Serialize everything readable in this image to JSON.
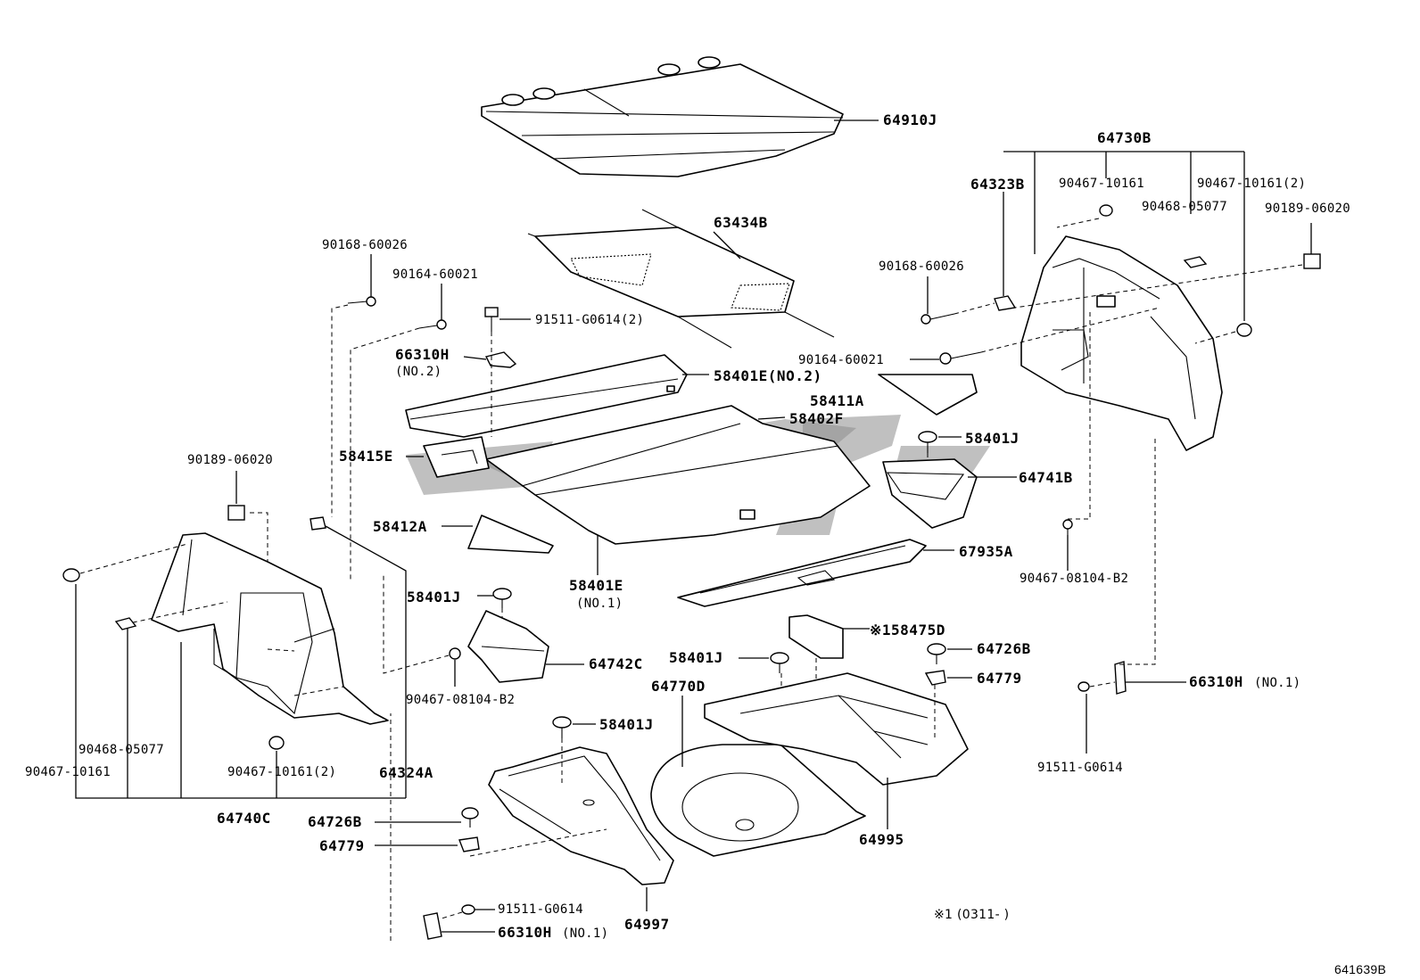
{
  "diagram_id": "641639B",
  "footnote": "※1 (0311- )",
  "labels": {
    "p64910J": "64910J",
    "p64730B": "64730B",
    "p64323B": "64323B",
    "p90467_10161_a": "90467-10161",
    "p90467_10161_2a": "90467-10161(2)",
    "p90468_05077_a": "90468-05077",
    "p90189_06020_a": "90189-06020",
    "p63434B": "63434B",
    "p90168_60026_a": "90168-60026",
    "p90168_60026_b": "90168-60026",
    "p90164_60021_a": "90164-60021",
    "p90164_60021_b": "90164-60021",
    "p91511_G0614_2": "91511-G0614(2)",
    "p66310H_no2": "66310H",
    "p66310H_no2_sub": "(NO.2)",
    "p58401E_no2": "58401E(NO.2)",
    "p58411A": "58411A",
    "p58402F": "58402F",
    "p58415E": "58415E",
    "p58401J_a": "58401J",
    "p64741B": "64741B",
    "p90189_06020_b": "90189-06020",
    "p58412A": "58412A",
    "p67935A": "67935A",
    "p90467_08104_B2_a": "90467-08104-B2",
    "p58401E_no1": "58401E",
    "p58401E_no1_sub": "(NO.1)",
    "p58401J_b": "58401J",
    "p64742C": "64742C",
    "p158475D": "※158475D",
    "p64726B_a": "64726B",
    "p58401J_c": "58401J",
    "p64770D": "64770D",
    "p64779_a": "64779",
    "p66310H_no1_a": "66310H",
    "p66310H_no1_a_sub": "(NO.1)",
    "p90467_08104_B2_b": "90467-08104-B2",
    "p91511_G0614_a": "91511-G0614",
    "p58401J_d": "58401J",
    "p90468_05077_b": "90468-05077",
    "p90467_10161_b": "90467-10161",
    "p90467_10161_2b": "90467-10161(2)",
    "p64324A": "64324A",
    "p64740C": "64740C",
    "p64726B_b": "64726B",
    "p64779_b": "64779",
    "p64995": "64995",
    "p91511_G0614_b": "91511-G0614",
    "p66310H_no1_b": "66310H",
    "p66310H_no1_b_sub": "(NO.1)",
    "p64997": "64997"
  },
  "watermark_color": "#8c8c8c"
}
